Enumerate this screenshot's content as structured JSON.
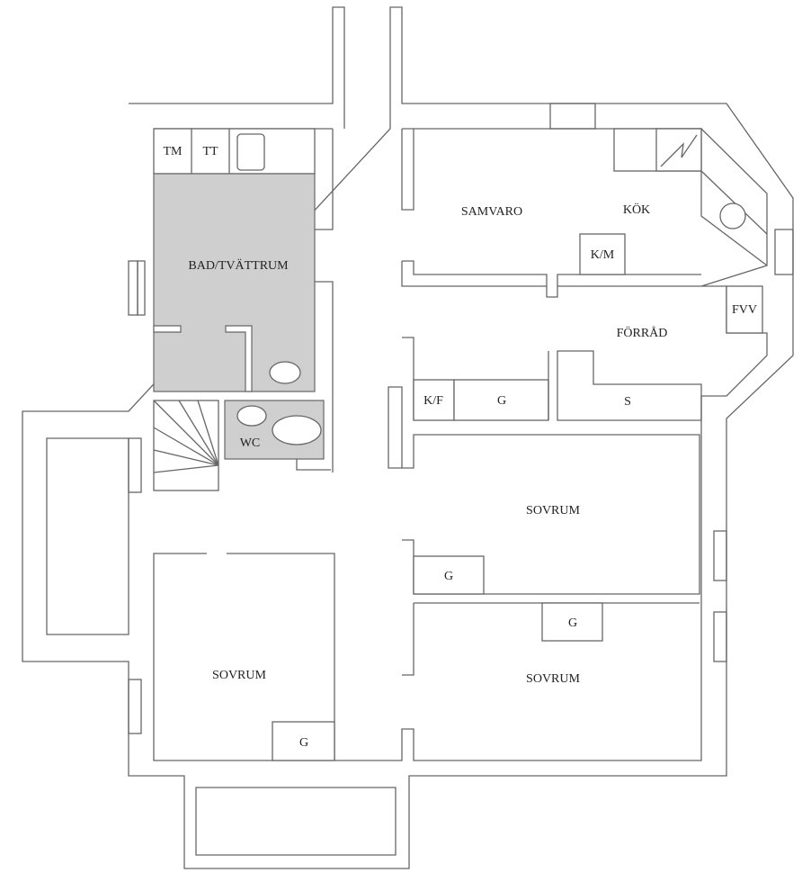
{
  "rooms": {
    "bad": "BAD/TVÄTTRUM",
    "tm": "TM",
    "tt": "TT",
    "wc": "WC",
    "samvaro": "SAMVARO",
    "kok": "KÖK",
    "km": "K/M",
    "forrad": "FÖRRÅD",
    "fvv": "FVV",
    "kf": "K/F",
    "g_hall": "G",
    "s": "S",
    "sovrum_right_top": "SOVRUM",
    "g_right_top": "G",
    "sovrum_right_bottom": "SOVRUM",
    "g_right_bottom": "G",
    "sovrum_left": "SOVRUM",
    "g_left": "G"
  },
  "colors": {
    "wet_room": "#cfcfcf",
    "wall": "#666666"
  }
}
